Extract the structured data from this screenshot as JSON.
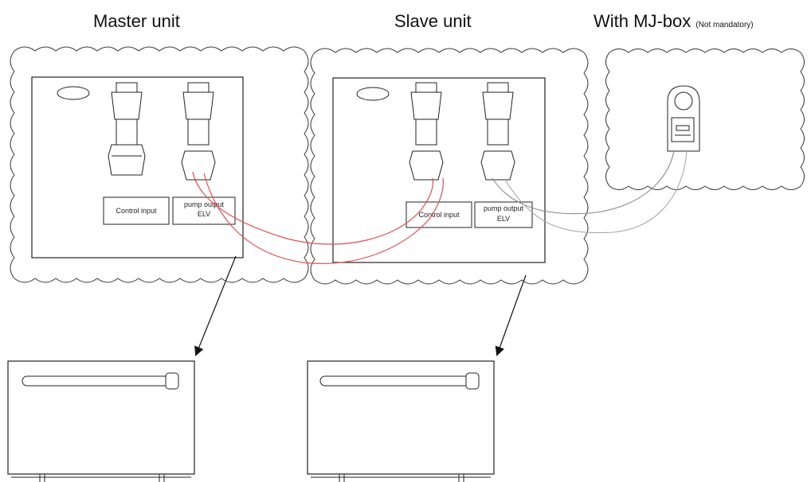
{
  "headings": {
    "master": "Master unit",
    "slave": "Slave unit",
    "mjbox": "With MJ-box",
    "mjbox_note": "(Not mandatory)"
  },
  "master_panel": {
    "control_input": "Control input",
    "pump_output_line1": "pump output",
    "pump_output_line2": "ELV"
  },
  "slave_panel": {
    "control_input": "Control input",
    "pump_output_line1": "pump output",
    "pump_output_line2": "ELV"
  },
  "colors": {
    "cable_red": "#e05050",
    "cable_grey": "#9a9a9a",
    "outline": "#222222"
  }
}
